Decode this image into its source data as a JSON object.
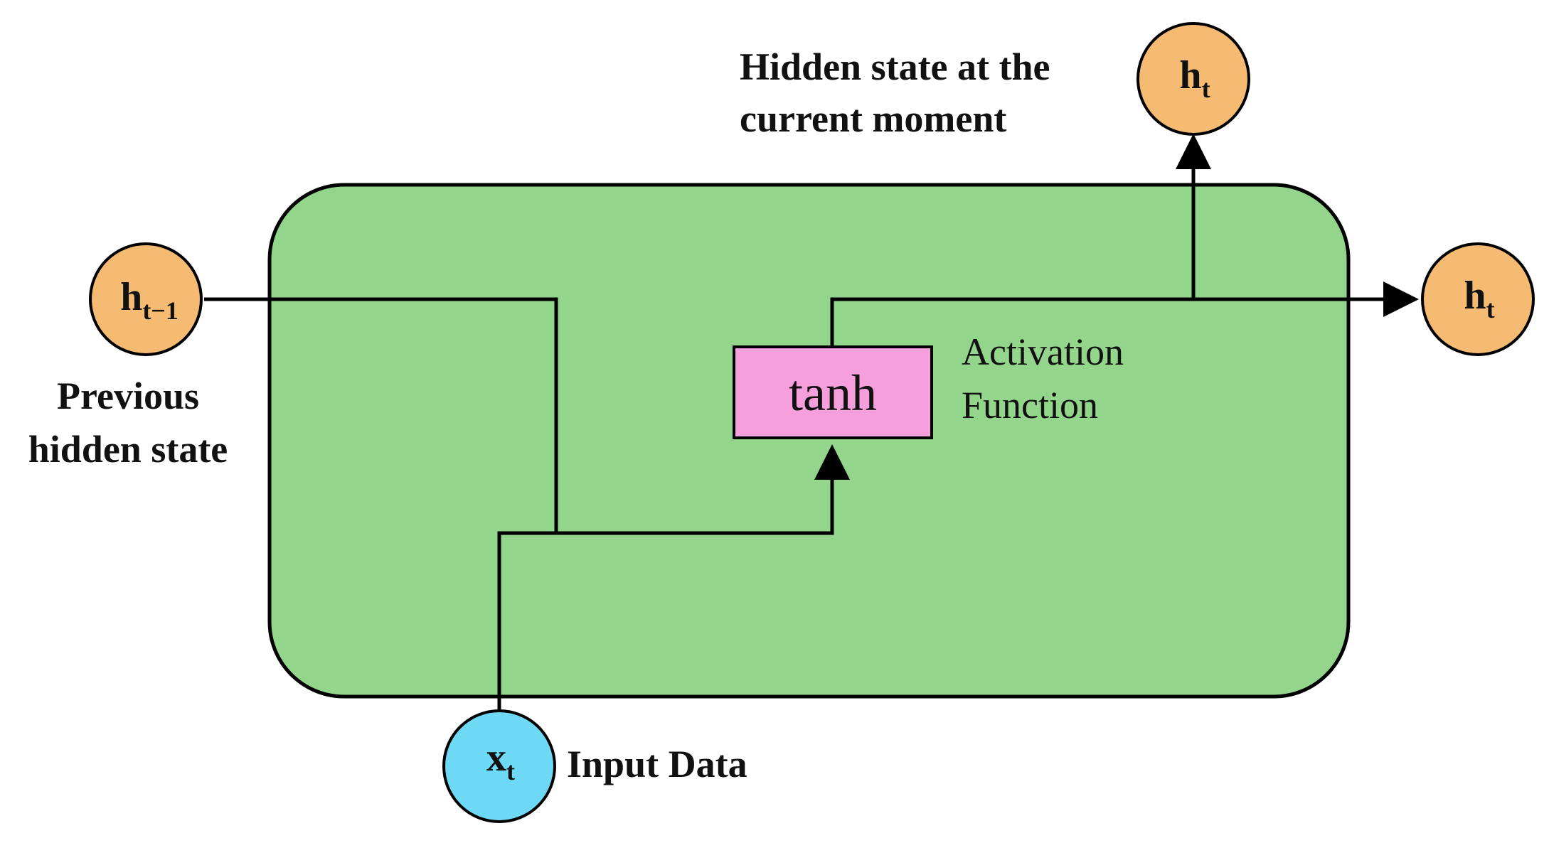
{
  "cell": {
    "fill_color": "#94d58c",
    "border_color": "#000000"
  },
  "nodes": {
    "prev_hidden": {
      "main": "h",
      "sub": "t−1",
      "fill_color": "#f5bb72"
    },
    "current_hidden_top": {
      "main": "h",
      "sub": "t",
      "fill_color": "#f5bb72"
    },
    "current_hidden_right": {
      "main": "h",
      "sub": "t",
      "fill_color": "#f5bb72"
    },
    "input": {
      "main": "x",
      "sub": "t",
      "fill_color": "#6dd9f5"
    }
  },
  "activation": {
    "label": "tanh",
    "fill_color": "#f5a0dd"
  },
  "labels": {
    "current_hidden_line1": "Hidden state at the",
    "current_hidden_line2": "current moment",
    "previous_hidden_line1": "Previous",
    "previous_hidden_line2": "hidden state",
    "activation_line1": "Activation",
    "activation_line2": "Function",
    "input_data": "Input Data"
  }
}
